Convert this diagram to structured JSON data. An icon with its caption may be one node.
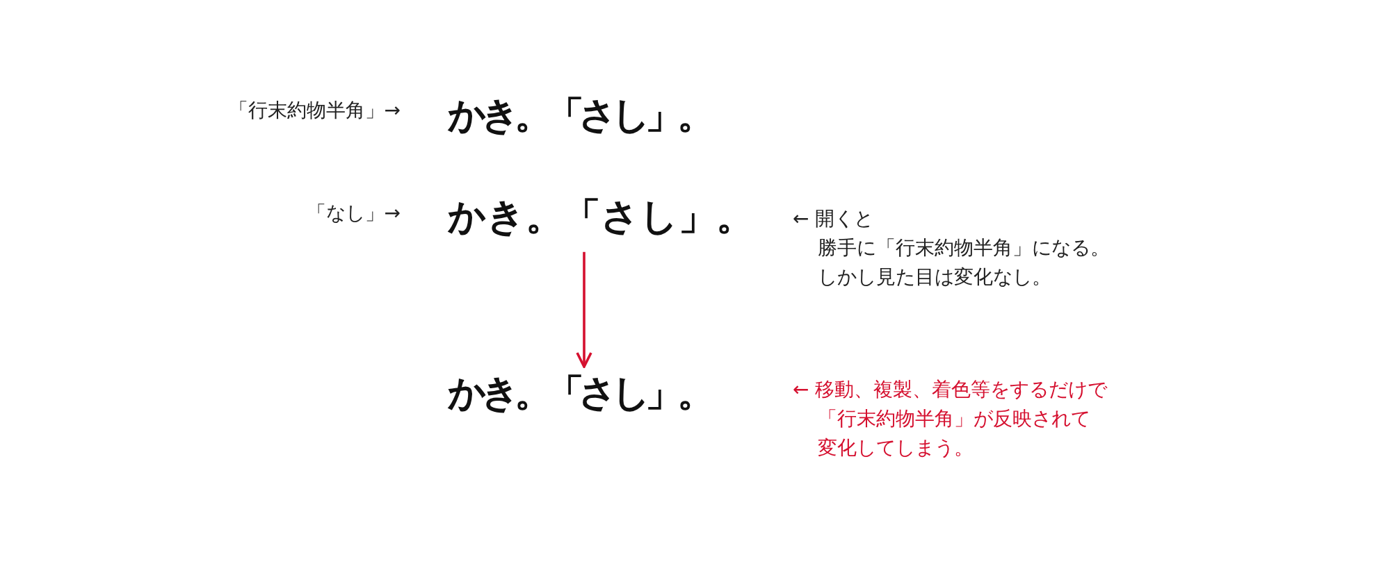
{
  "diagram": {
    "nodes": [
      {
        "text": [
          "かき。「さし」。"
        ]
      },
      {
        "text": [
          "かき。「さし」。"
        ]
      }
    ],
    "edges": [
      {
        "from": 0,
        "to": 1,
        "arrow": "to"
      }
    ],
    "labels": [
      "「行末約物半角」→",
      "かき。「さし」。",
      "「なし」→",
      "← 開くと",
      "勝手に「行末約物半角」になる。",
      "しかし見た目は変化なし。",
      "← 移動、複製、着色等をするだけで",
      "「行末約物半角」が反映されて",
      "変化してしまう。"
    ]
  }
}
